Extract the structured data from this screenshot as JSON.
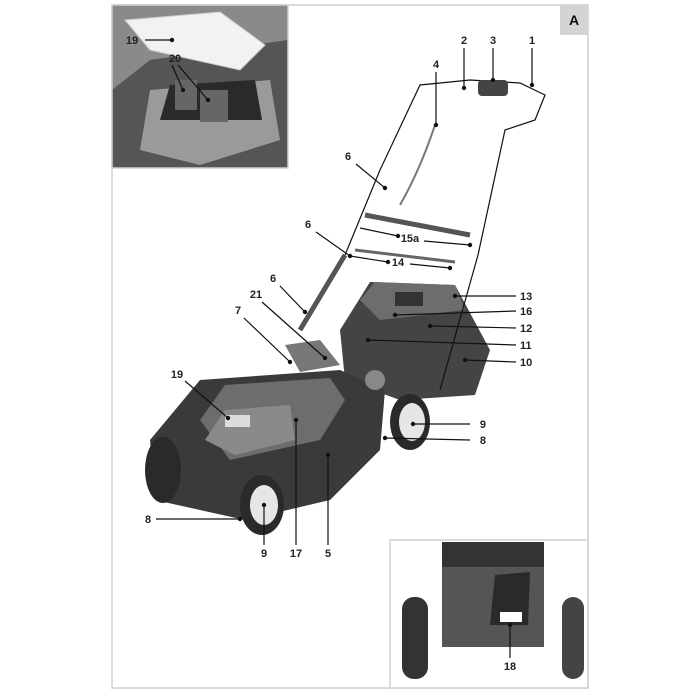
{
  "figure": {
    "letter": "A",
    "callouts": [
      "1",
      "2",
      "3",
      "4",
      "6",
      "6",
      "6",
      "7",
      "8",
      "8",
      "9",
      "9",
      "10",
      "11",
      "12",
      "13",
      "14",
      "15a",
      "16",
      "17",
      "5",
      "19",
      "19",
      "20",
      "21",
      "18"
    ]
  },
  "colors": {
    "frame": "#cfcfcf",
    "letter_box": "#d4d4d4",
    "body_dark": "#3a3a3a",
    "body_mid": "#6d6d6d",
    "body_light": "#a8a8a8"
  }
}
